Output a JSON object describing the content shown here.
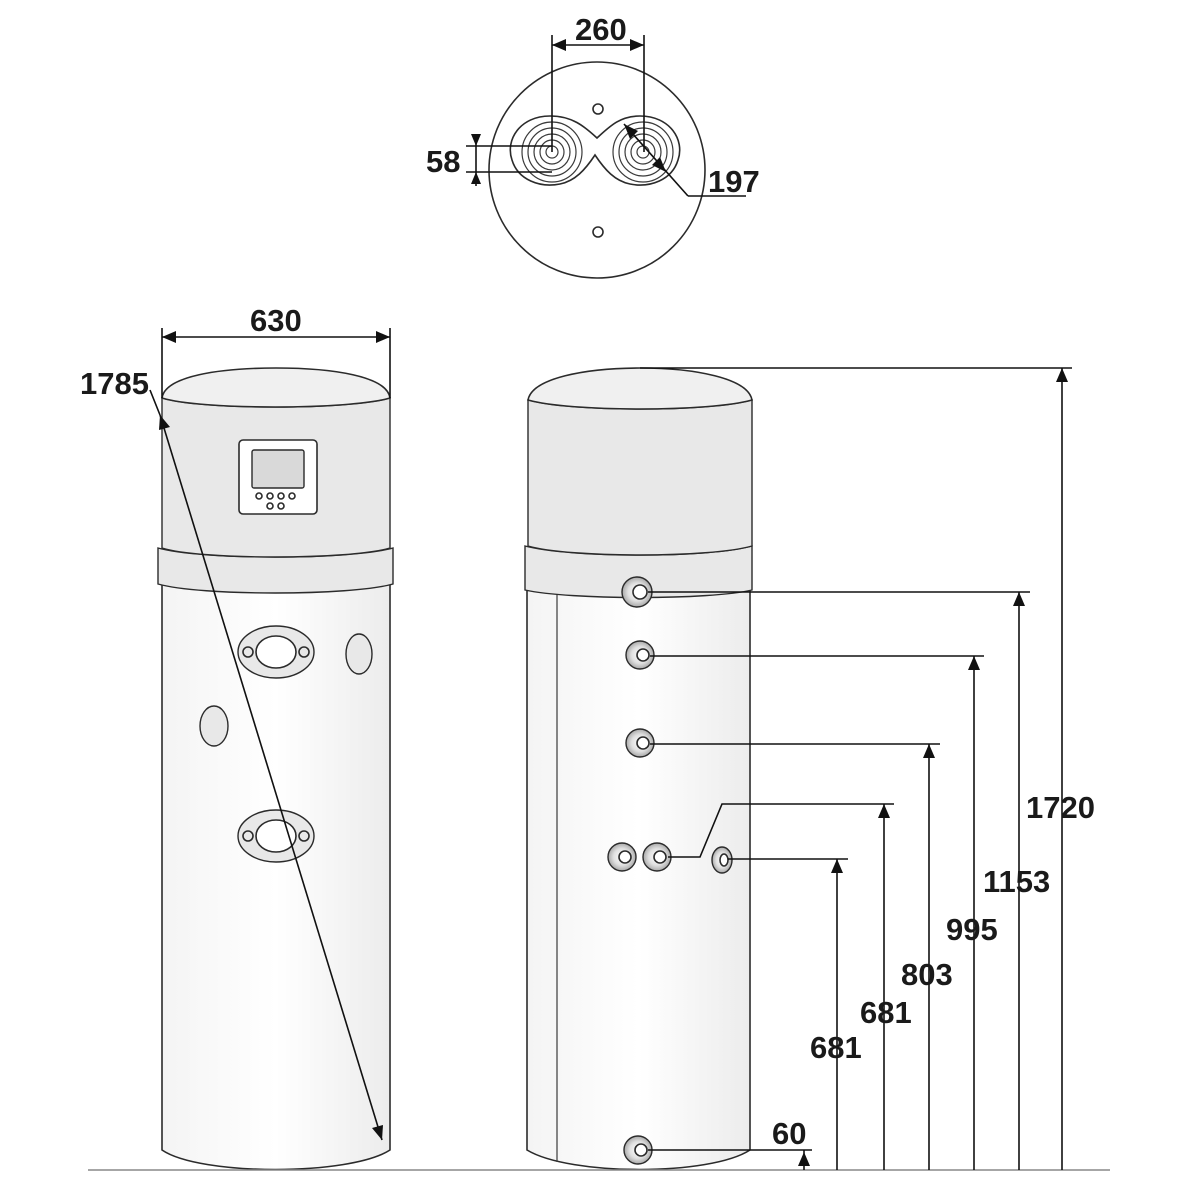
{
  "top_view": {
    "pipe_spacing": "260",
    "pipe_offset": "58",
    "pipe_diameter": "197"
  },
  "front_view": {
    "width": "630",
    "diagonal": "1785"
  },
  "side_view": {
    "total_height": "1720",
    "outlet_1": "1153",
    "outlet_2": "995",
    "outlet_3": "803",
    "outlet_4": "681",
    "outlet_5": "681",
    "drain": "60"
  },
  "colors": {
    "line": "#2b2b2b",
    "body_fill": "#e8e8e8",
    "label": "#1a1a1a"
  }
}
